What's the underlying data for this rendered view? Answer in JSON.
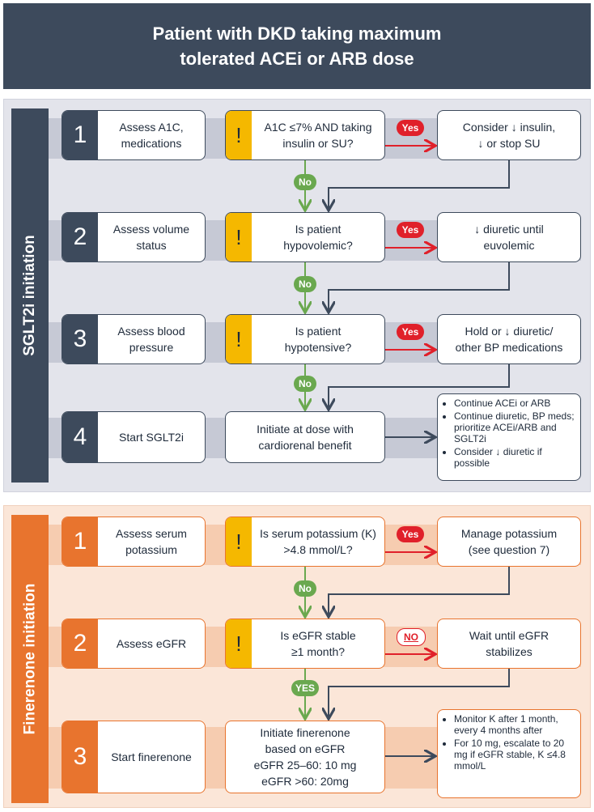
{
  "title": "Patient with DKD taking maximum\ntolerated ACEi or ARB dose",
  "colors": {
    "navy": "#3d4a5c",
    "orange": "#e8742e",
    "yellow": "#f5b800",
    "red": "#e0202a",
    "green": "#6aa84f"
  },
  "sglt2": {
    "side_label": "SGLT2i initiation",
    "steps": [
      {
        "number": "1",
        "label": "Assess A1C, medications",
        "question": "A1C ≤7% AND taking\ninsulin or SU?",
        "yes_label": "Yes",
        "action": "Consider ↓ insulin,\n↓ or stop SU",
        "no_label": "No"
      },
      {
        "number": "2",
        "label": "Assess volume status",
        "question": "Is patient\nhypovolemic?",
        "yes_label": "Yes",
        "action": "↓ diuretic until\neuvolemic",
        "no_label": "No"
      },
      {
        "number": "3",
        "label": "Assess blood pressure",
        "question": "Is patient\nhypotensive?",
        "yes_label": "Yes",
        "action": "Hold or ↓ diuretic/\nother BP medications",
        "no_label": "No"
      },
      {
        "number": "4",
        "label": "Start SGLT2i",
        "question": "Initiate at dose with\ncardiorenal benefit",
        "bullets": [
          "Continue ACEi or ARB",
          "Continue diuretic, BP meds; prioritize ACEi/ARB and SGLT2i",
          "Consider ↓ diuretic if possible"
        ]
      }
    ]
  },
  "finerenone": {
    "side_label": "Finerenone initiation",
    "steps": [
      {
        "number": "1",
        "label": "Assess serum potassium",
        "question": "Is serum potassium (K)\n>4.8 mmol/L?",
        "yes_label": "Yes",
        "action": "Manage potassium\n(see question 7)",
        "no_label": "No"
      },
      {
        "number": "2",
        "label": "Assess eGFR",
        "question": "Is eGFR stable\n≥1 month?",
        "no_red_label": "NO",
        "action": "Wait until eGFR\nstabilizes",
        "yes_label": "YES"
      },
      {
        "number": "3",
        "label": "Start finerenone",
        "question": "Initiate finerenone\nbased on eGFR\neGFR 25–60: 10 mg\neGFR >60: 20mg",
        "bullets": [
          "Monitor K after 1 month, every 4 months after",
          "For 10 mg, escalate to 20 mg if eGFR stable, K ≤4.8 mmol/L"
        ]
      }
    ]
  }
}
